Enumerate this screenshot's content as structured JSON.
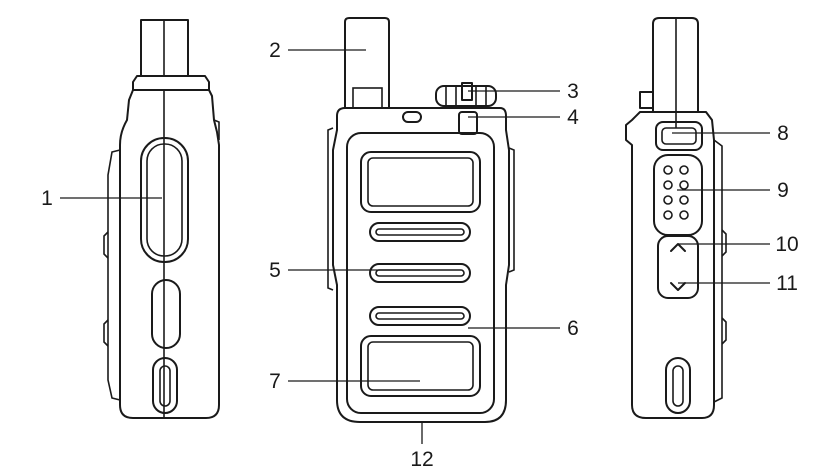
{
  "callouts": [
    {
      "id": "1",
      "label": "1"
    },
    {
      "id": "2",
      "label": "2"
    },
    {
      "id": "3",
      "label": "3"
    },
    {
      "id": "4",
      "label": "4"
    },
    {
      "id": "5",
      "label": "5"
    },
    {
      "id": "6",
      "label": "6"
    },
    {
      "id": "7",
      "label": "7"
    },
    {
      "id": "8",
      "label": "8"
    },
    {
      "id": "9",
      "label": "9"
    },
    {
      "id": "10",
      "label": "10"
    },
    {
      "id": "11",
      "label": "11"
    },
    {
      "id": "12",
      "label": "12"
    }
  ],
  "colors": {
    "line": "#1a1a1a",
    "background": "#ffffff"
  }
}
